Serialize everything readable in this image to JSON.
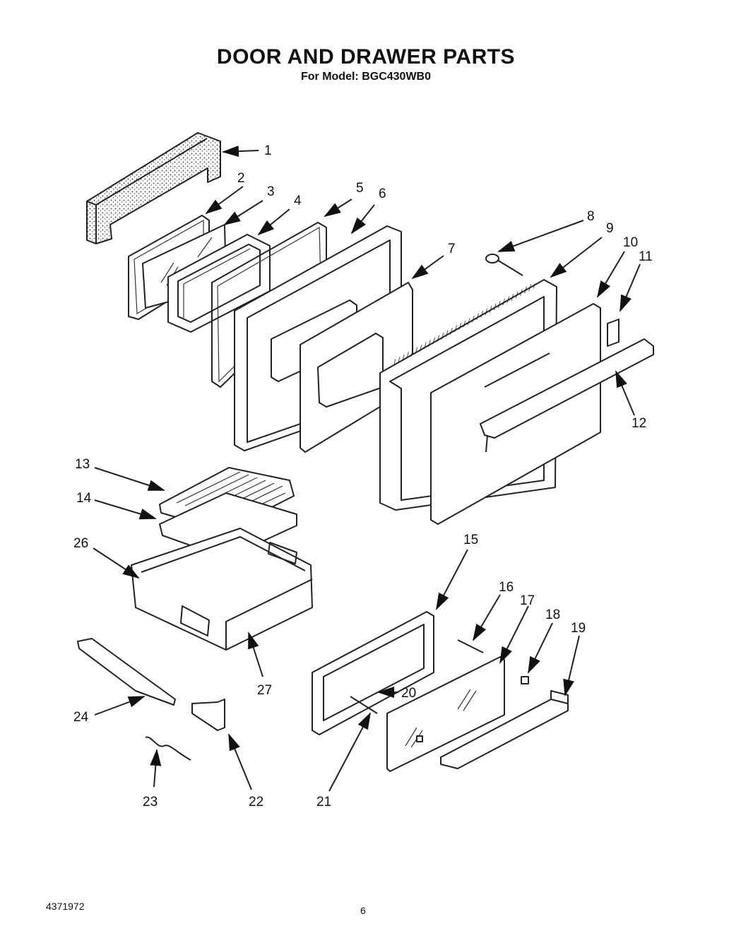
{
  "title": "DOOR AND DRAWER PARTS",
  "subtitle": "For Model: BGC430WB0",
  "footer": {
    "doc_number": "4371972",
    "page_number": "6"
  },
  "callouts": [
    "1",
    "2",
    "3",
    "4",
    "5",
    "6",
    "7",
    "8",
    "9",
    "10",
    "11",
    "12",
    "13",
    "14",
    "15",
    "16",
    "17",
    "18",
    "19",
    "20",
    "21",
    "22",
    "23",
    "24",
    "26",
    "27"
  ]
}
